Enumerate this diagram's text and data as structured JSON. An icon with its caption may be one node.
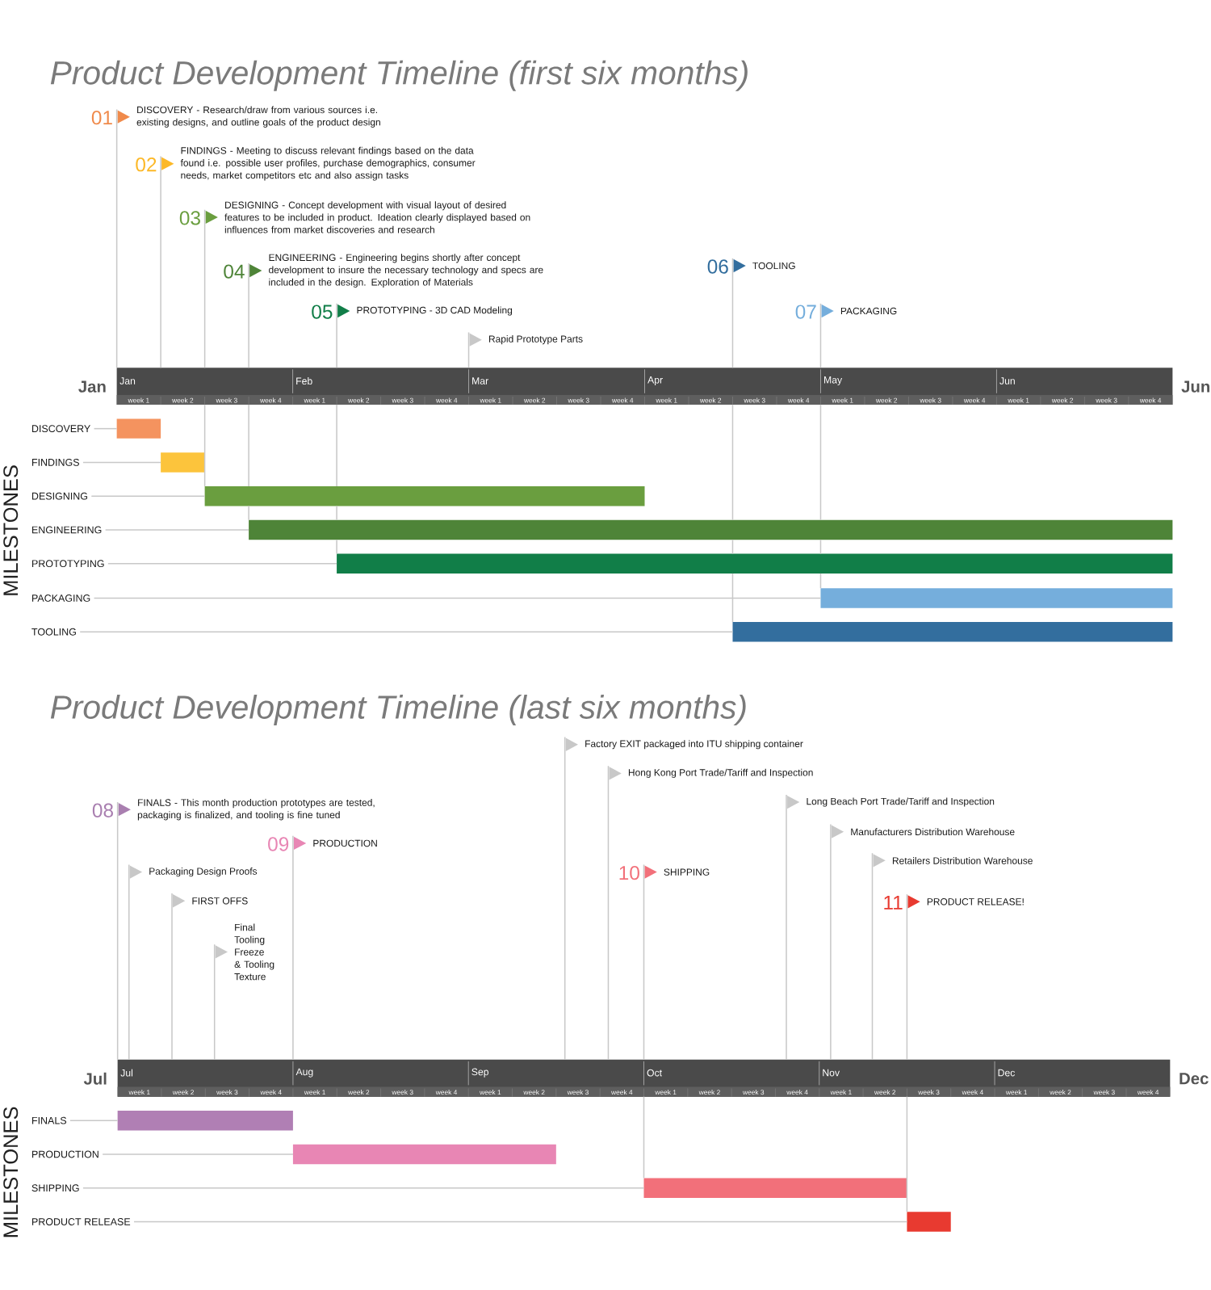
{
  "diagram": {
    "title": "Product Development Timeline (first six months)",
    "nodes": [
      {
        "text": [
          "01",
          "DISCOVERY - Research/draw from various sources i.e. existing designs, and outline goals of the product design"
        ]
      },
      {
        "text": [
          "02",
          "FINDINGS - Meeting to discuss relevant findings based on the data found i.e. possible user profiles, purchase demographics, consumer needs, market competitors etc and also assign tasks"
        ]
      },
      {
        "text": [
          "03",
          "DESIGNING - Concept development with visual layout of desired features to be included in product. Ideation clearly displayed based on influences from market discoveries and research"
        ]
      },
      {
        "text": [
          "04",
          "ENGINEERING - Engineering begins shortly after concept development to insure the necessary technology and specs are included in the design. Exploration of Materials"
        ]
      },
      {
        "text": [
          "05",
          "PROTOTYPING - 3D CAD Modeling"
        ]
      },
      {
        "text": [
          "Rapid Prototype Parts"
        ]
      },
      {
        "text": [
          "06",
          "TOOLING"
        ]
      },
      {
        "text": [
          "07",
          "PACKAGING"
        ]
      },
      {
        "text": [
          "DISCOVERY"
        ]
      },
      {
        "text": [],
        "shape": "bar"
      },
      {
        "text": [
          "FINDINGS"
        ]
      },
      {
        "text": [],
        "shape": "bar"
      },
      {
        "text": [
          "DESIGNING"
        ]
      },
      {
        "text": [],
        "shape": "bar"
      },
      {
        "text": [
          "ENGINEERING"
        ]
      },
      {
        "text": [],
        "shape": "bar"
      },
      {
        "text": [
          "PROTOTYPING"
        ]
      },
      {
        "text": [],
        "shape": "bar"
      },
      {
        "text": [
          "PACKAGING"
        ]
      },
      {
        "text": [],
        "shape": "bar"
      },
      {
        "text": [
          "TOOLING"
        ]
      },
      {
        "text": [],
        "shape": "bar"
      },
      {
        "text": [
          "08",
          "FINALS - This month production prototypes are tested, packaging is finalized, and tooling is fine tuned"
        ]
      },
      {
        "text": [
          "Packaging Design Proofs"
        ]
      },
      {
        "text": [
          "FIRST OFFS"
        ]
      },
      {
        "text": [
          "Final Tooling Freeze & Tooling Texture"
        ]
      },
      {
        "text": [
          "09",
          "PRODUCTION"
        ]
      },
      {
        "text": [
          "Factory EXIT packaged into ITU shipping container"
        ]
      },
      {
        "text": [
          "Hong Kong Port Trade/Tariff and Inspection"
        ]
      },
      {
        "text": [
          "10",
          "SHIPPING"
        ]
      },
      {
        "text": [
          "Long Beach Port Trade/Tariff and Inspection"
        ]
      },
      {
        "text": [
          "Manufacturers Distribution Warehouse"
        ]
      },
      {
        "text": [
          "Retailers Distribution Warehouse"
        ]
      },
      {
        "text": [
          "11",
          "PRODUCT RELEASE!"
        ]
      },
      {
        "text": [
          "FINALS"
        ]
      },
      {
        "text": [],
        "shape": "bar"
      },
      {
        "text": [
          "PRODUCTION"
        ]
      },
      {
        "text": [],
        "shape": "bar"
      },
      {
        "text": [
          "SHIPPING"
        ]
      },
      {
        "text": [],
        "shape": "bar"
      },
      {
        "text": [
          "PRODUCT RELEASE"
        ]
      },
      {
        "text": [],
        "shape": "bar"
      },
      {
        "beside": [
          "Jan",
          "Jun"
        ],
        "text": [
          "Jan",
          "Feb",
          "Mar",
          "Apr",
          "May",
          "Jun",
          "week 1",
          "week 2",
          "week 3",
          "week 4",
          "week 1",
          "week 2",
          "week 3",
          "week 4",
          "week 1",
          "week 2",
          "week 3",
          "week 4",
          "week 1",
          "week 2",
          "week 3",
          "week 4",
          "week 1",
          "week 2",
          "week 3",
          "week 4",
          "week 1",
          "week 2",
          "week 3",
          "week 4"
        ]
      },
      {
        "beside": [
          "Jul",
          "Dec"
        ],
        "text": [
          "Jul",
          "Aug",
          "Sep",
          "Oct",
          "Nov",
          "Dec",
          "week 1",
          "week 2",
          "week 3",
          "week 4",
          "week 1",
          "week 2",
          "week 3",
          "week 4",
          "week 1",
          "week 2",
          "week 3",
          "week 4",
          "week 1",
          "week 2",
          "week 3",
          "week 4",
          "week 1",
          "week 2",
          "week 3",
          "week 4",
          "week 1",
          "week 2",
          "week 3",
          "week 4"
        ]
      }
    ],
    "edges": [
      {
        "from": 8,
        "to": 9,
        "arrow": "none"
      },
      {
        "from": 10,
        "to": 11,
        "arrow": "none"
      },
      {
        "from": 12,
        "to": 13,
        "arrow": "none"
      },
      {
        "from": 14,
        "to": 15,
        "arrow": "none"
      },
      {
        "from": 16,
        "to": 17,
        "arrow": "none"
      },
      {
        "from": 18,
        "to": 19,
        "arrow": "none"
      },
      {
        "from": 20,
        "to": 21,
        "arrow": "none"
      },
      {
        "from": 34,
        "to": 35,
        "arrow": "none"
      },
      {
        "from": 36,
        "to": 37,
        "arrow": "none"
      },
      {
        "from": 38,
        "to": 39,
        "arrow": "none"
      },
      {
        "from": 40,
        "to": 41,
        "arrow": "none"
      },
      {
        "from": 0,
        "to": 42,
        "arrow": "none"
      },
      {
        "from": 1,
        "to": 42,
        "arrow": "none"
      },
      {
        "from": 2,
        "to": 42,
        "arrow": "none"
      },
      {
        "from": 3,
        "to": 42,
        "arrow": "none"
      },
      {
        "from": 4,
        "to": 42,
        "arrow": "none"
      },
      {
        "from": 5,
        "to": 42,
        "arrow": "none"
      },
      {
        "from": 6,
        "to": 42,
        "arrow": "none"
      },
      {
        "from": 7,
        "to": 42,
        "arrow": "none"
      },
      {
        "from": 42,
        "to": 13,
        "arrow": "none"
      },
      {
        "from": 42,
        "to": 13,
        "arrow": "none"
      },
      {
        "from": 42,
        "to": 13,
        "arrow": "none"
      },
      {
        "from": 42,
        "to": 15,
        "arrow": "none"
      },
      {
        "from": 42,
        "to": 15,
        "arrow": "none"
      },
      {
        "from": 13,
        "to": 15,
        "arrow": "none"
      },
      {
        "from": 13,
        "to": 15,
        "arrow": "none"
      },
      {
        "from": 15,
        "to": 17,
        "arrow": "none"
      },
      {
        "from": 15,
        "to": 17,
        "arrow": "none"
      },
      {
        "from": 15,
        "to": 17,
        "arrow": "none"
      },
      {
        "from": 17,
        "to": 21,
        "arrow": "none"
      },
      {
        "from": 17,
        "to": 19,
        "arrow": "none"
      },
      {
        "from": 22,
        "to": 43,
        "arrow": "none"
      },
      {
        "from": 23,
        "to": 43,
        "arrow": "none"
      },
      {
        "from": 24,
        "to": 43,
        "arrow": "none"
      },
      {
        "from": 25,
        "to": 43,
        "arrow": "none"
      },
      {
        "from": 26,
        "to": 43,
        "arrow": "none"
      },
      {
        "from": 27,
        "to": 43,
        "arrow": "none"
      },
      {
        "from": 28,
        "to": 43,
        "arrow": "none"
      },
      {
        "from": 29,
        "to": 43,
        "arrow": "none"
      },
      {
        "from": 30,
        "to": 43,
        "arrow": "none"
      },
      {
        "from": 31,
        "to": 43,
        "arrow": "none"
      },
      {
        "from": 32,
        "to": 43,
        "arrow": "none"
      },
      {
        "from": 33,
        "to": 43,
        "arrow": "none"
      },
      {
        "from": 43,
        "to": 39,
        "arrow": "none"
      },
      {
        "from": 43,
        "to": 41,
        "arrow": "none"
      }
    ],
    "labels": [
      "MILESTONES",
      "Product Development Timeline (last six months)",
      "MILESTONES"
    ]
  }
}
